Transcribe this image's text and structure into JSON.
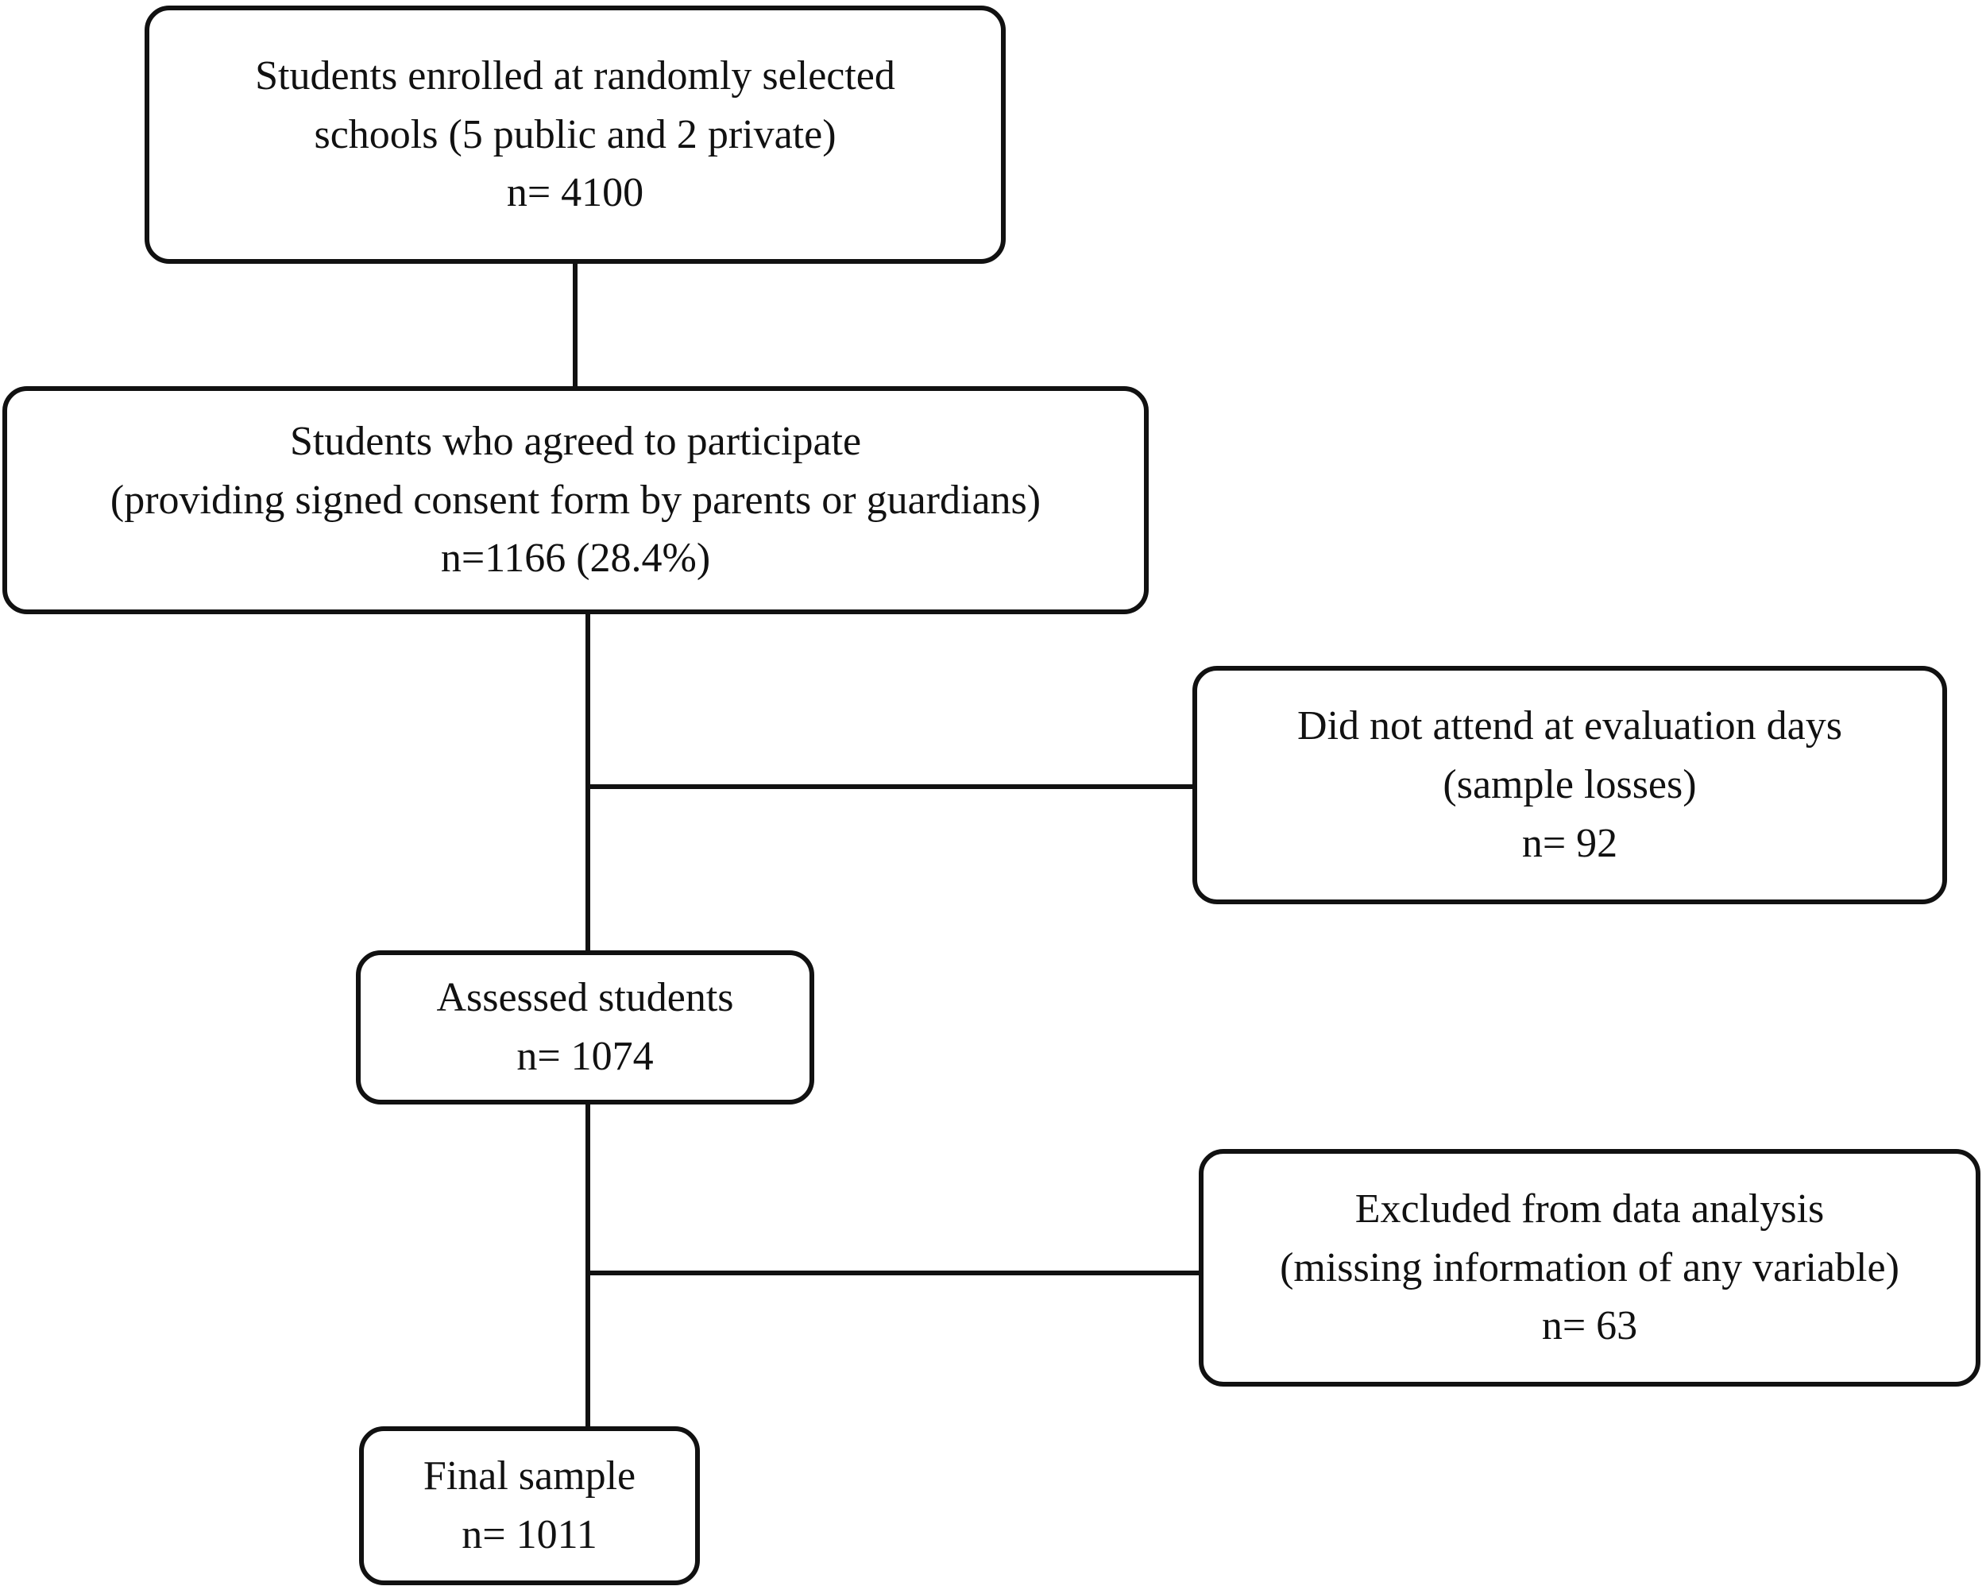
{
  "figure": {
    "type": "flowchart",
    "orientation": "vertical",
    "stroke_color": "#111111",
    "background_color": "#ffffff",
    "box_shape": "rounded-rectangle"
  },
  "nodes": [
    {
      "id": "enrolled",
      "lines": [
        "Students enrolled at randomly selected",
        "schools (5 public and 2 private)",
        "n= 4100"
      ],
      "n_label": "n= 4100",
      "n_value": 4100
    },
    {
      "id": "agreed",
      "lines": [
        "Students who agreed to participate",
        "(providing signed consent form by parents or guardians)",
        "n=1166 (28.4%)"
      ],
      "n_label": "n=1166 (28.4%)",
      "n_value": 1166,
      "percent": "28.4%"
    },
    {
      "id": "not-attend",
      "lines": [
        "Did not attend at evaluation days",
        "(sample losses)",
        "n= 92"
      ],
      "n_label": "n= 92",
      "n_value": 92
    },
    {
      "id": "assessed",
      "lines": [
        "Assessed students",
        "n= 1074"
      ],
      "n_label": "n= 1074",
      "n_value": 1074
    },
    {
      "id": "excluded",
      "lines": [
        "Excluded from data analysis",
        "(missing information of any variable)",
        "n= 63"
      ],
      "n_label": "n= 63",
      "n_value": 63
    },
    {
      "id": "final-sample",
      "lines": [
        "Final sample",
        "n= 1011"
      ],
      "n_label": "n= 1011",
      "n_value": 1011
    }
  ],
  "boxes": {
    "enrolled": {
      "line1": "Students enrolled at randomly selected",
      "line2": "schools (5 public and 2 private)",
      "line3": "n= 4100"
    },
    "agreed": {
      "line1": "Students who agreed to participate",
      "line2": "(providing signed consent form by parents or guardians)",
      "line3": "n=1166 (28.4%)"
    },
    "not_attend": {
      "line1": "Did not attend at evaluation days",
      "line2": "(sample losses)",
      "line3": "n= 92"
    },
    "assessed": {
      "line1": "Assessed students",
      "line2": "n= 1074"
    },
    "excluded": {
      "line1": "Excluded from data analysis",
      "line2": "(missing information of any variable)",
      "line3": "n= 63"
    },
    "final_sample": {
      "line1": "Final sample",
      "line2": "n= 1011"
    }
  }
}
